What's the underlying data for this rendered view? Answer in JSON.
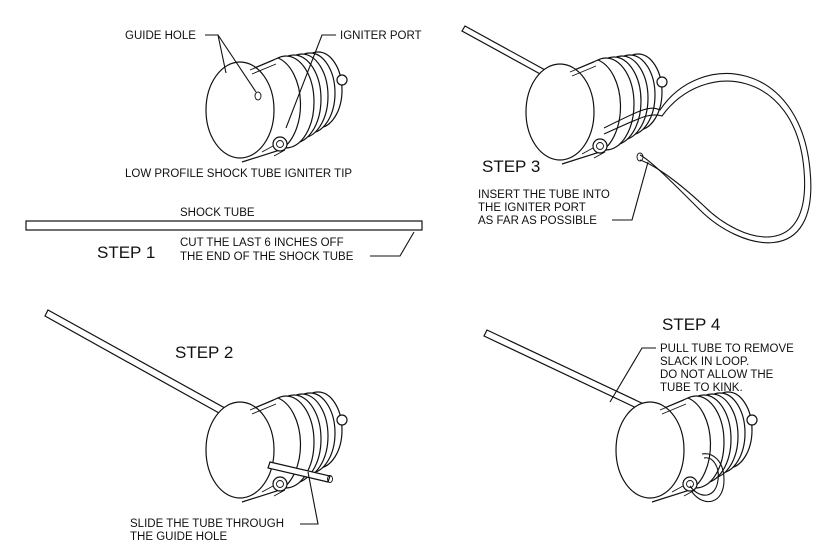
{
  "top_left": {
    "guide_hole_label": "GUIDE HOLE",
    "igniter_port_label": "IGNITER PORT",
    "caption": "LOW PROFILE SHOCK TUBE IGNITER TIP"
  },
  "step1": {
    "shock_tube_label": "SHOCK TUBE",
    "title": "STEP 1",
    "instruction_line1": "CUT THE LAST 6 INCHES OFF",
    "instruction_line2": "THE END OF THE SHOCK TUBE"
  },
  "step2": {
    "title": "STEP 2",
    "instruction_line1": "SLIDE THE TUBE THROUGH",
    "instruction_line2": "THE GUIDE HOLE"
  },
  "step3": {
    "title": "STEP 3",
    "instruction_line1": "INSERT THE TUBE INTO",
    "instruction_line2": "THE IGNITER PORT",
    "instruction_line3": "AS FAR AS POSSIBLE"
  },
  "step4": {
    "title": "STEP 4",
    "instruction_line1": "PULL TUBE TO REMOVE",
    "instruction_line2": "SLACK IN LOOP.",
    "instruction_line3": "DO NOT ALLOW THE",
    "instruction_line4": "TUBE TO KINK."
  },
  "colors": {
    "line": "#111111",
    "background": "#ffffff"
  }
}
